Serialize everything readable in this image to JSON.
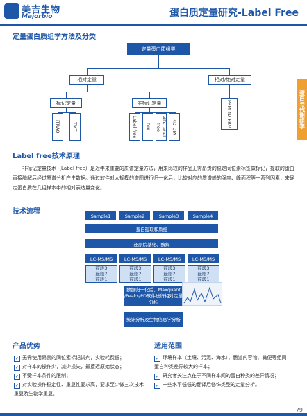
{
  "header": {
    "logo_cn": "美吉生物",
    "logo_en": "Majorbio",
    "title": "蛋白质定量研究-Label Free"
  },
  "section1": {
    "heading": "定量蛋白质组学方法及分类",
    "root": "定量蛋白质组学",
    "rel": "相对定量",
    "absrel": "相对/绝对定量",
    "label": "标记定量",
    "nonlabel": "非标记定量",
    "itraq": "iTRAQ",
    "tmt": "TMT",
    "lf": "Label free",
    "dia": "DIA",
    "lfdia": "4D-Label free",
    "dia4d": "4D-DIA",
    "prm": "PRM 4D PRM"
  },
  "section2": {
    "heading": "Label free技术原理",
    "text": "非标记定量技术（Label free）是近年来重要的质谱定量方法，用来比较的样品无需昂贵的稳定同位素标签做标记，提取的蛋白直接酶解后经过质谱分析产生数据。通过软件对大规模的谱图进行归一化后，比较对应的质谱峰的强度、峰面积等一系列因素，来确定蛋白质在几组样本中的相对表达量变化。"
  },
  "section3": {
    "heading": "技术流程",
    "samples": [
      "Sample1",
      "Sample2",
      "Sample3",
      "Sample4"
    ],
    "step1": "蛋白提取和质控",
    "step2": "还原烷基化、酶解",
    "lc": [
      "LC-MS/MS",
      "LC-MS/MS",
      "LC-MS/MS",
      "LC-MS/MS"
    ],
    "runs": [
      [
        "鼓段3",
        "鼓段2",
        "鼓段1"
      ],
      [
        "鼓段3",
        "鼓段2",
        "鼓段1"
      ],
      [
        "鼓段3",
        "鼓段2",
        "鼓段1"
      ],
      [
        "鼓段3",
        "鼓段2",
        "鼓段1"
      ]
    ],
    "norm": "数据归一化后，Maxquant /Peaks/PD软件进行相对定量分析",
    "bio": "统计分析及生物信息学分析"
  },
  "side_tab": "蛋白与代谢组学",
  "adv": {
    "heading": "产品优势",
    "items": [
      "无需使用昂贵的同位素标记试剂，实验耗费低；",
      "对样本的操作少，减少损失，最接近原始状态；",
      "不受样本条件的限制；",
      "对实验操作稳定性、重复性要求高，要求至少做三次技术重复及生物学重复。"
    ]
  },
  "scope": {
    "heading": "适用范围",
    "items": [
      "环境样本（土壤、污泥、海水）、肠道内容物、粪便等组间蛋白种类差异较大的样本；",
      "研究者关注点在于不同样本间的蛋白种类的差异情况；",
      "一些水平低低的翻译后修饰类型的定量分析。"
    ]
  },
  "page": "79"
}
